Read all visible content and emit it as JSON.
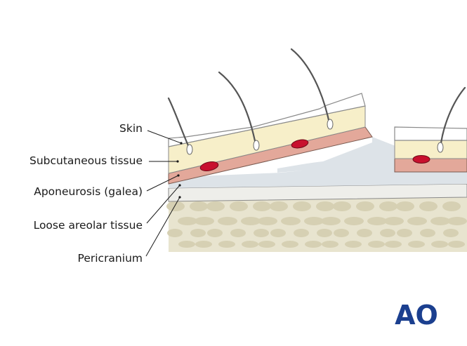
{
  "labels": {
    "skin": "Skin",
    "subcutaneous": "Subcutaneous tissue",
    "aponeurosis": "Aponeurosis (galea)",
    "loose_areolar": "Loose areolar tissue",
    "pericranium": "Pericranium"
  },
  "logo": {
    "text": "AO",
    "color": "#1b3f8f"
  },
  "colors": {
    "skin": "#ffffff",
    "subcutaneous": "#f7efc9",
    "aponeurosis": "#e3a89a",
    "vessel": "#c8102e",
    "loose_areolar": "#dde3e8",
    "pericranium": "#eeeeea",
    "bone": "#e8e4cf",
    "bone_holes": "#d6d0b3",
    "hair": "#555555"
  }
}
